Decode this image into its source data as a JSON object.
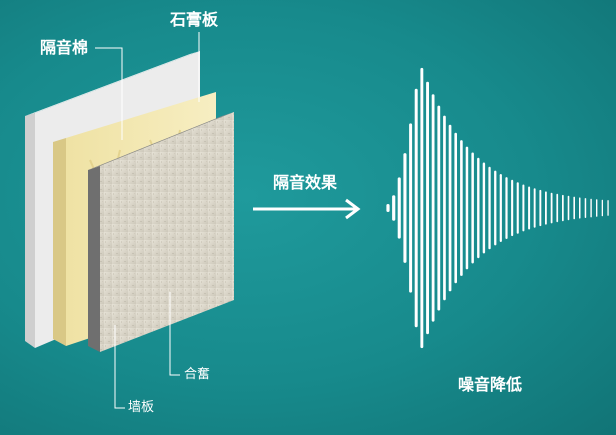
{
  "labels": {
    "gypsum_board": "石膏板",
    "insulation_cotton": "隔音棉",
    "effect": "隔音效果",
    "composite": "合奮",
    "wall_board": "墙板",
    "noise_reduced": "噪音降低"
  },
  "colors": {
    "background": "#178a8c",
    "text": "#ffffff",
    "waveform": "#ffffff"
  }
}
